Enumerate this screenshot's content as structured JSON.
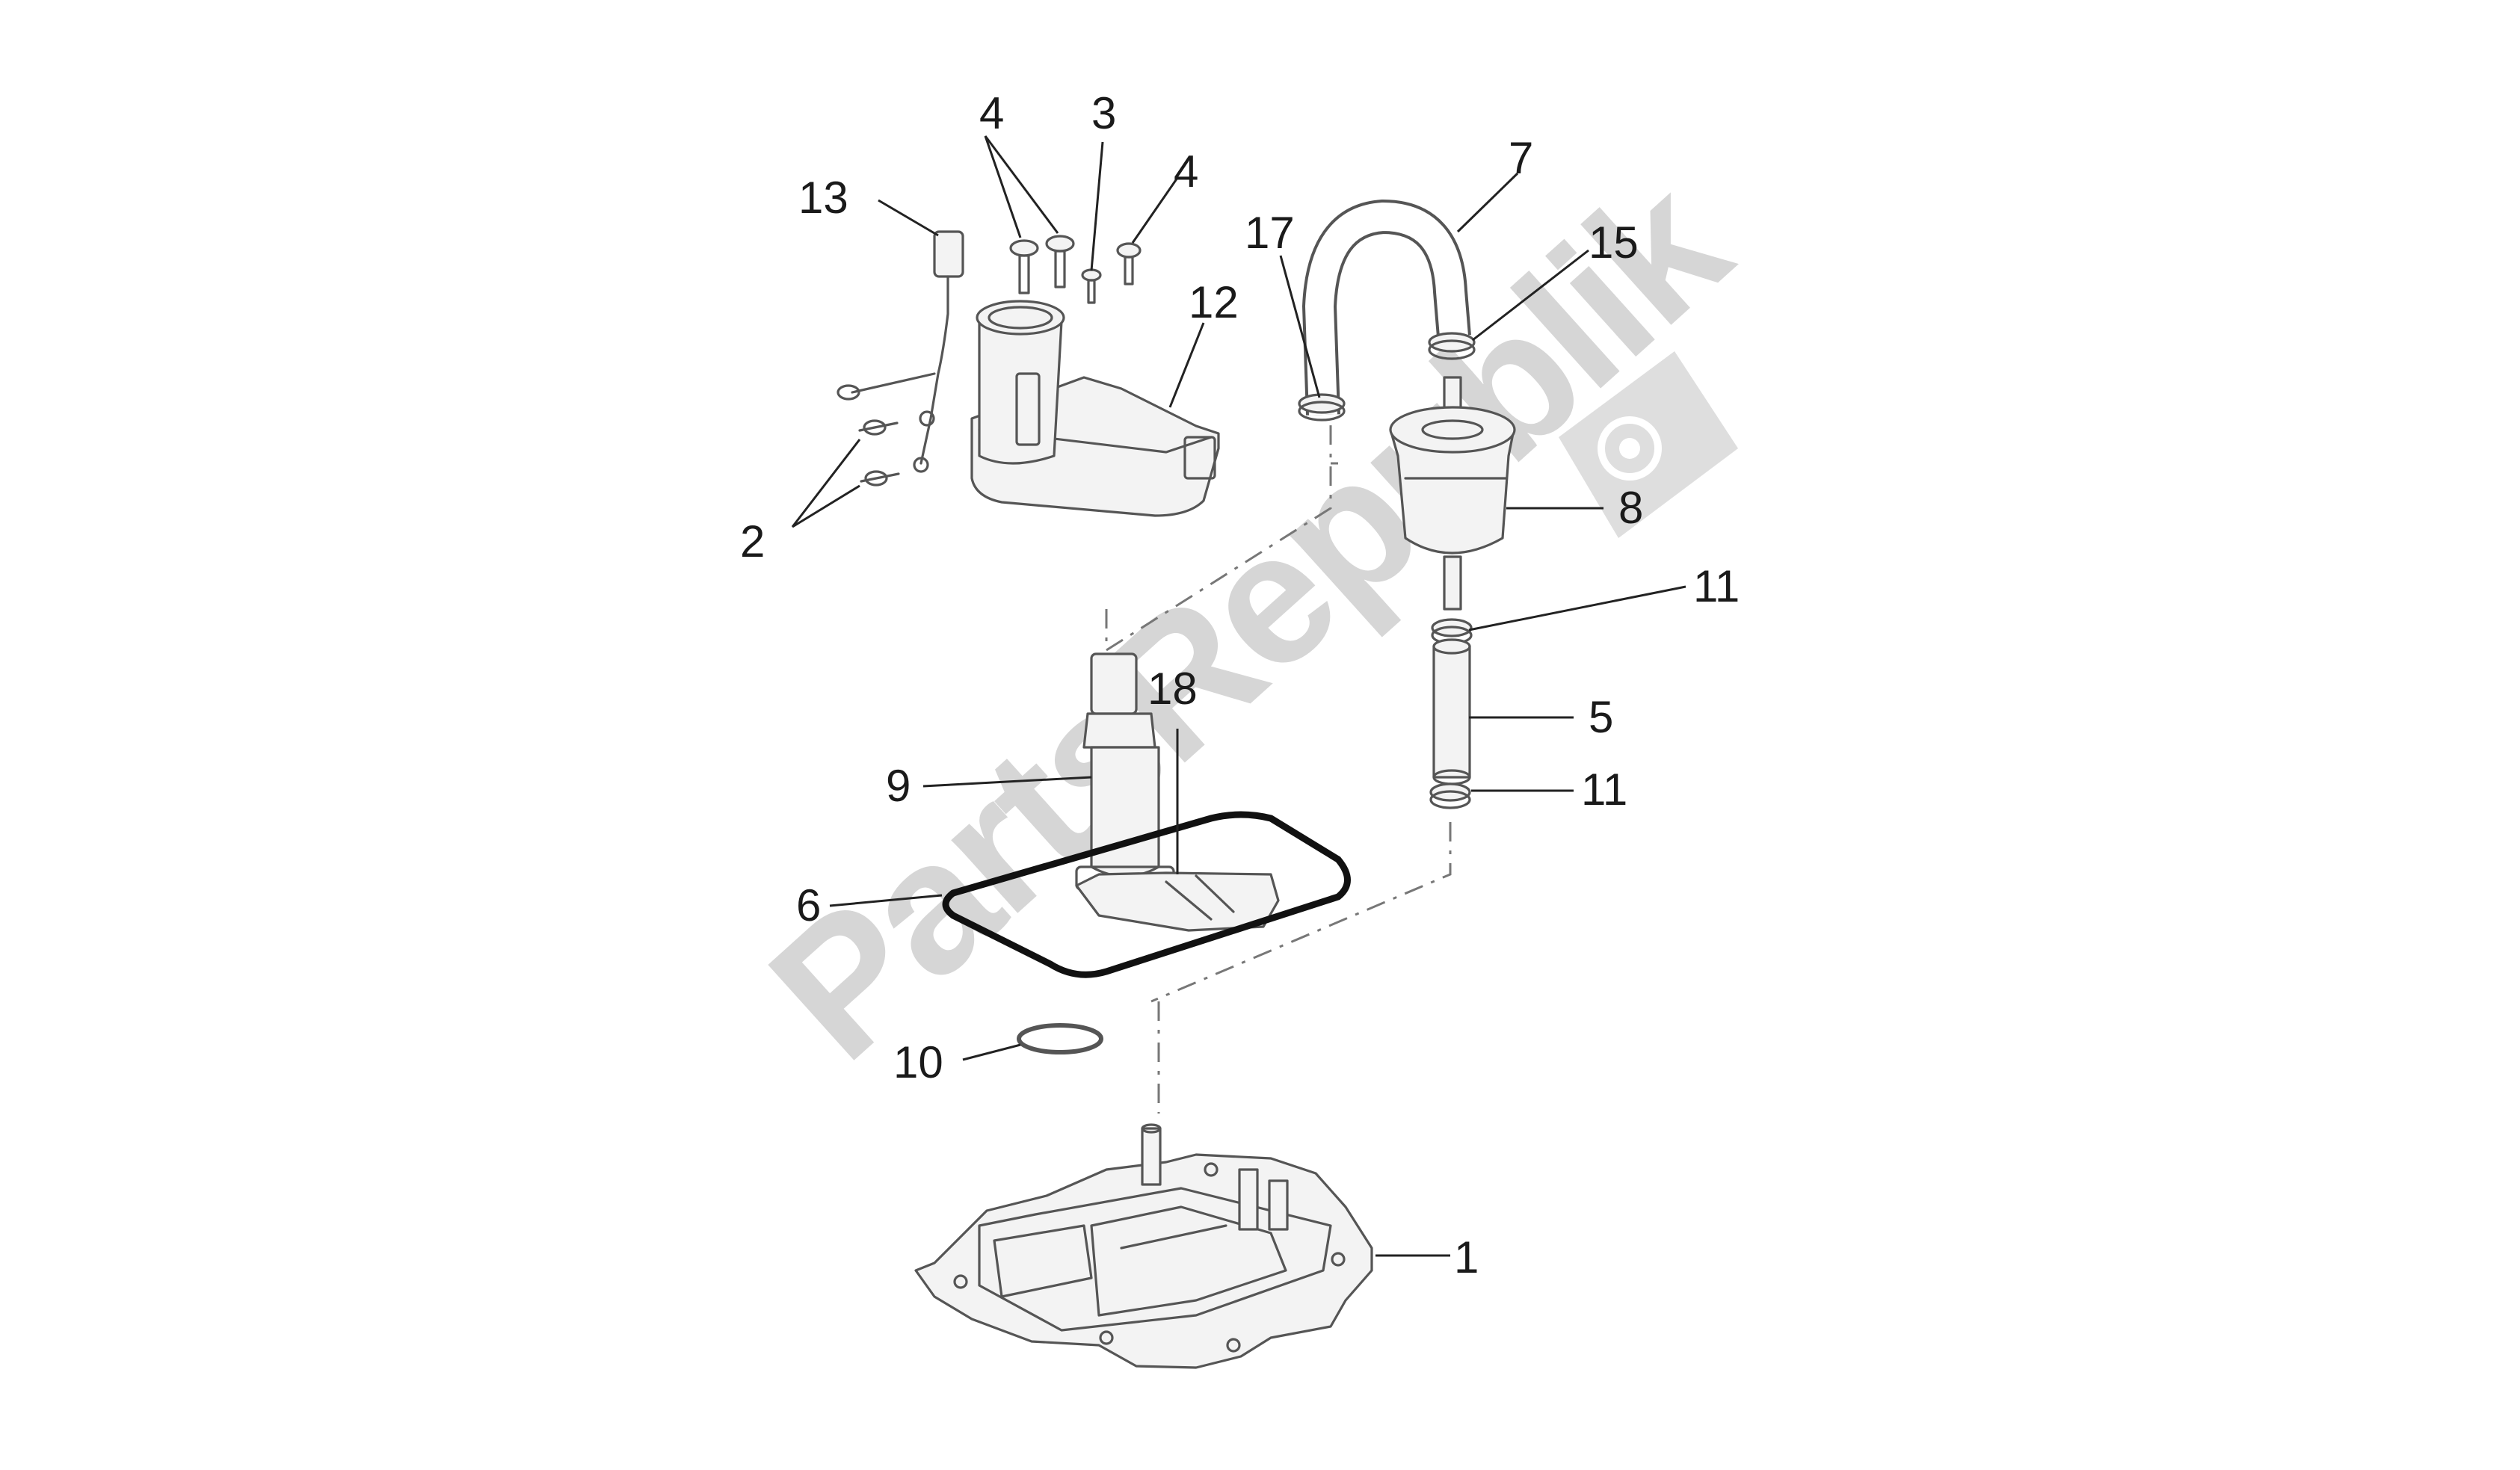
{
  "watermark": {
    "text": "PartsRepublik"
  },
  "callouts": {
    "c1": "1",
    "c2": "2",
    "c3": "3",
    "c4a": "4",
    "c4b": "4",
    "c5": "5",
    "c6": "6",
    "c7": "7",
    "c8": "8",
    "c9": "9",
    "c10": "10",
    "c11a": "11",
    "c11b": "11",
    "c12": "12",
    "c13": "13",
    "c15": "15",
    "c17": "17",
    "c18": "18"
  }
}
